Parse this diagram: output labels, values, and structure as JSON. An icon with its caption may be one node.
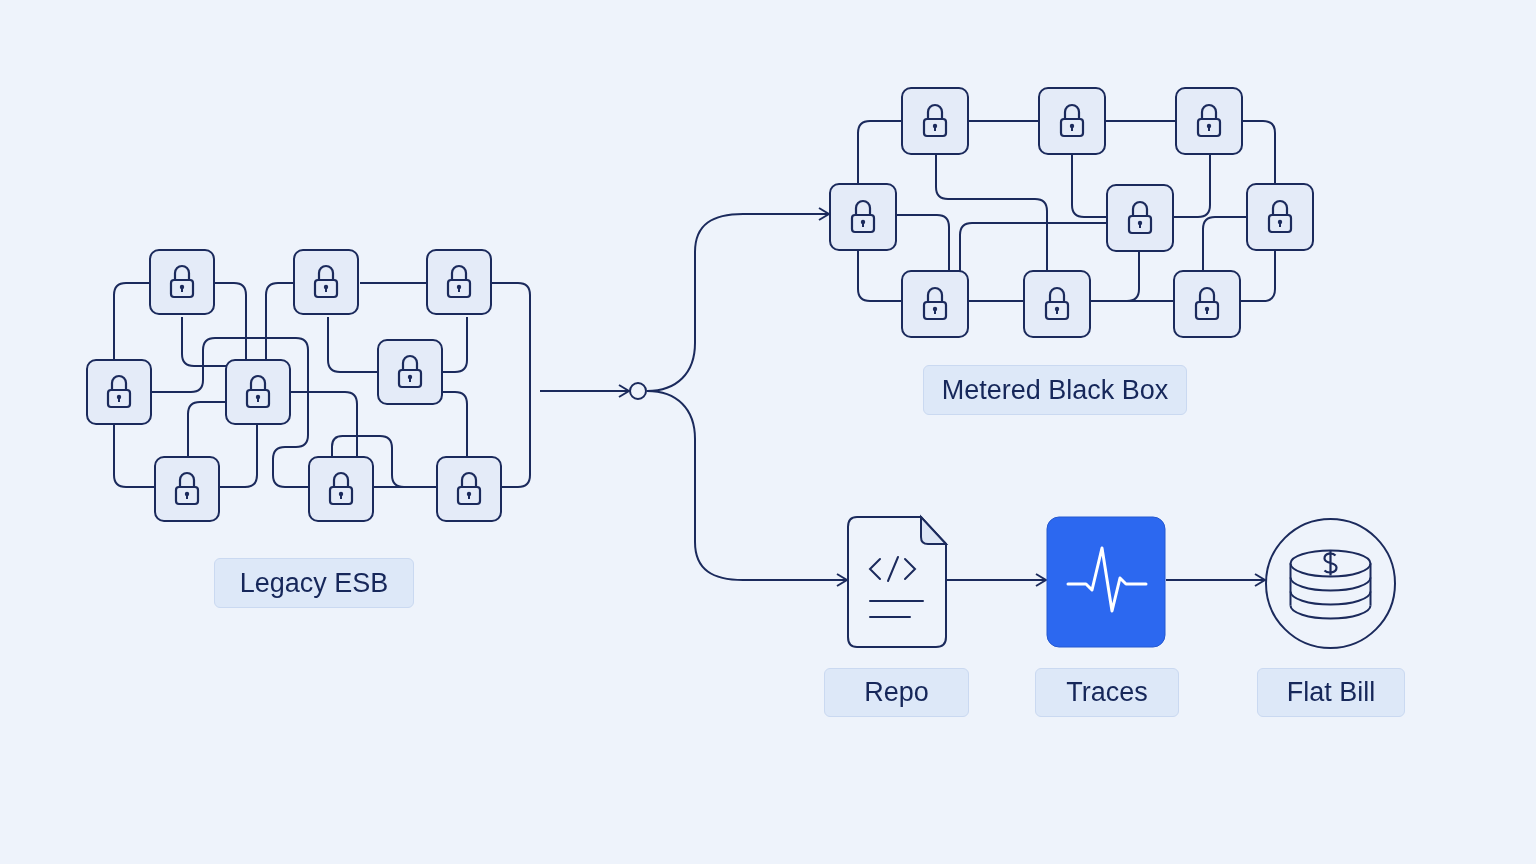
{
  "diagram": {
    "nodes": [
      {
        "text": [],
        "shape": "picture"
      },
      {
        "text": [
          "Legacy ESB"
        ]
      },
      {
        "text": [],
        "shape": "circle"
      },
      {
        "text": [],
        "shape": "picture"
      },
      {
        "text": [
          "Metered Black Box"
        ]
      },
      {
        "text": [],
        "shape": "document"
      },
      {
        "text": [
          "Repo"
        ]
      },
      {
        "text": [],
        "shape": "box"
      },
      {
        "text": [
          "Traces"
        ]
      },
      {
        "text": [],
        "shape": "circle"
      },
      {
        "text": [
          "Flat Bill"
        ]
      }
    ],
    "edges": [
      {
        "from": 0,
        "to": 2,
        "arrow": "to"
      },
      {
        "from": 2,
        "to": 3,
        "arrow": "to"
      },
      {
        "from": 2,
        "to": 5,
        "arrow": "to"
      },
      {
        "from": 5,
        "to": 7,
        "arrow": "to"
      },
      {
        "from": 7,
        "to": 9,
        "arrow": "to"
      }
    ]
  }
}
